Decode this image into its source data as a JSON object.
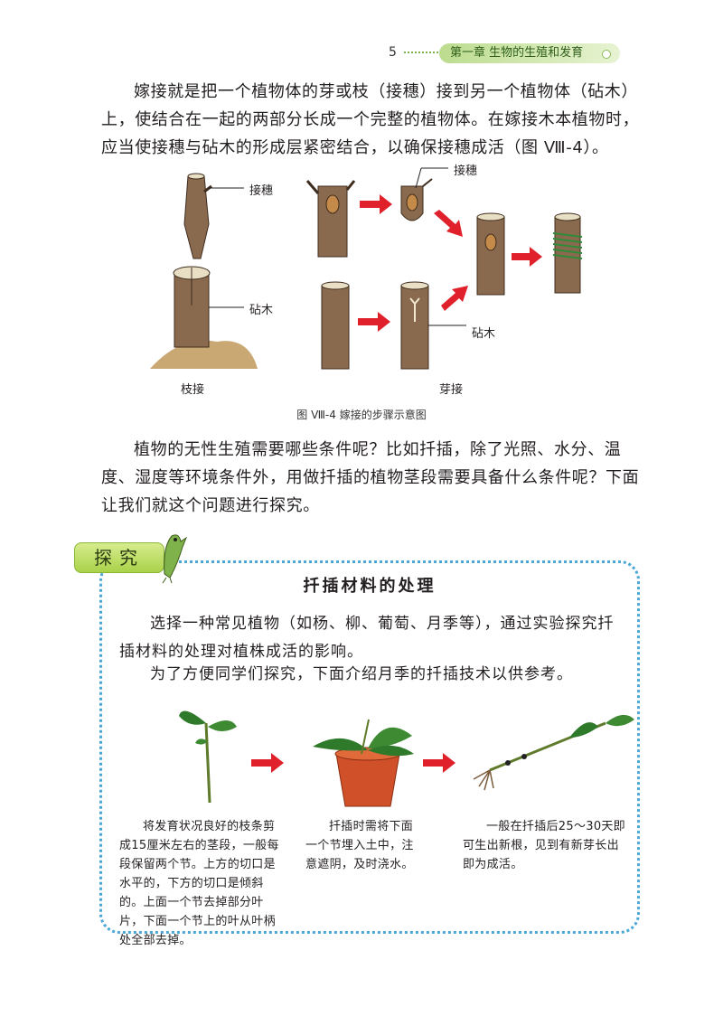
{
  "header": {
    "page_number": "5",
    "chapter": "第一章   生物的生殖和发育"
  },
  "paragraph1": "嫁接就是把一个植物体的芽或枝（接穗）接到另一个植物体（砧木）上，使结合在一起的两部分长成一个完整的植物体。在嫁接木本植物时，应当使接穗与砧木的形成层紧密结合，以确保接穗成活（图 Ⅷ-4）。",
  "figure": {
    "left_labels": {
      "scion": "接穗",
      "rootstock": "砧木",
      "method": "枝接"
    },
    "right_labels": {
      "scion": "接穗",
      "rootstock": "砧木",
      "method": "芽接"
    },
    "caption": "图 Ⅷ-4   嫁接的步骤示意图"
  },
  "paragraph2": "植物的无性生殖需要哪些条件呢？比如扦插，除了光照、水分、温度、湿度等环境条件外，用做扦插的植物茎段需要具备什么条件呢？下面让我们就这个问题进行探究。",
  "inquiry": {
    "tag": "探究",
    "title": "扦插材料的处理",
    "para1": "选择一种常见植物（如杨、柳、葡萄、月季等），通过实验探究扦插材料的处理对植株成活的影响。",
    "para2": "为了方便同学们探究，下面介绍月季的扦插技术以供参考。",
    "steps": [
      "将发育状况良好的枝条剪成15厘米左右的茎段，一般每段保留两个节。上方的切口是水平的，下方的切口是倾斜的。上面一个节去掉部分叶片，下面一个节上的叶从叶柄处全部去掉。",
      "扦插时需将下面一个节埋入土中，注意遮阴，及时浇水。",
      "一般在扦插后25～30天即可生出新根，见到有新芽长出即为成活。"
    ]
  },
  "colors": {
    "accent_green": "#a9d24a",
    "box_blue": "#4aa7d8",
    "arrow_red": "#e0202a",
    "bark_brown": "#8a6a4e"
  }
}
